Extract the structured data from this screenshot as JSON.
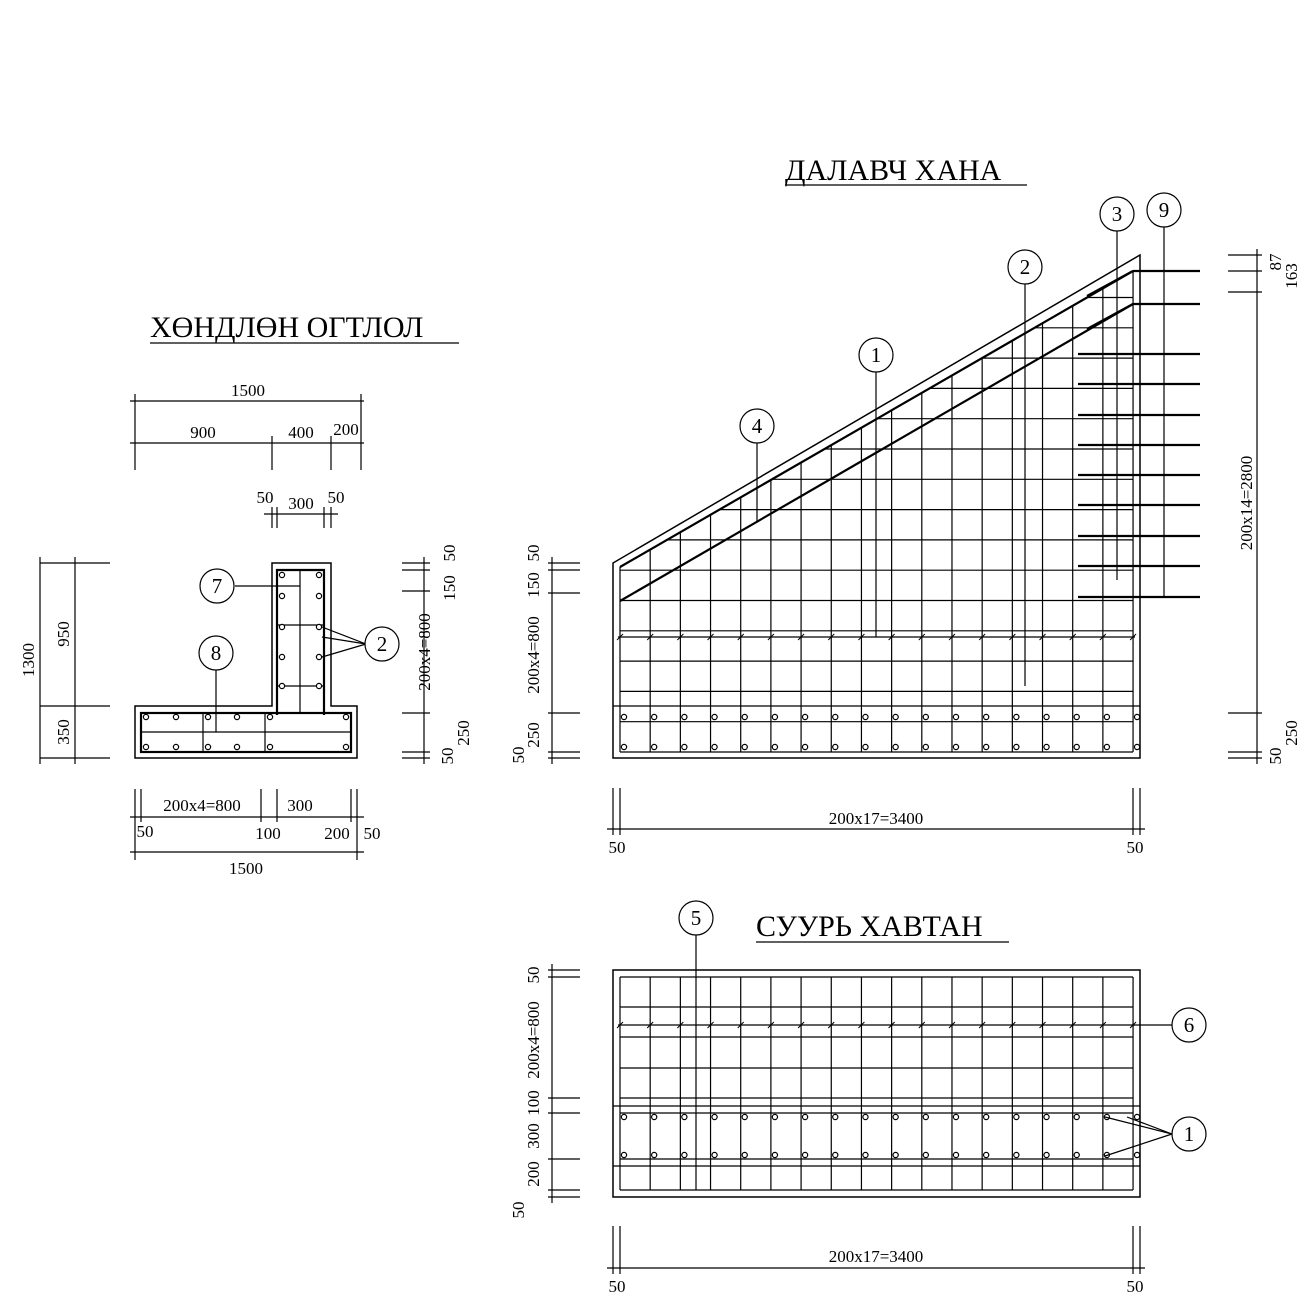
{
  "titles": {
    "section": "ХӨНДЛӨН ОГТЛОЛ",
    "wall": "ДАЛАВЧ ХАНА",
    "slab": "СУУРЬ ХАВТАН"
  },
  "section_dims": {
    "total_top": "1500",
    "d900": "900",
    "d400": "400",
    "d200_top": "200",
    "d50a": "50",
    "d300_top": "300",
    "d50b": "50",
    "h1300": "1300",
    "h950": "950",
    "h350": "350",
    "r50_top": "50",
    "r150": "150",
    "r800": "200x4=800",
    "r250": "250",
    "r50_bot": "50",
    "b800": "200x4=800",
    "b300": "300",
    "b50": "50",
    "b100": "100",
    "b200": "200",
    "b50r": "50",
    "b1500": "1500"
  },
  "wall_dims": {
    "l50_top": "50",
    "l150": "150",
    "l800": "200x4=800",
    "l250": "250",
    "l50_bot": "50",
    "r87": "87",
    "r163": "163",
    "r2800": "200x14=2800",
    "r250": "250",
    "r50": "50",
    "bottom": "200x17=3400",
    "b50l": "50",
    "b50r": "50"
  },
  "slab_dims": {
    "l50_top": "50",
    "l800": "200x4=800",
    "l100": "100",
    "l300": "300",
    "l200": "200",
    "l50_bot": "50",
    "bottom": "200x17=3400",
    "b50l": "50",
    "b50r": "50"
  },
  "bubbles": {
    "s7": "7",
    "s8": "8",
    "s2": "2",
    "w1": "1",
    "w2": "2",
    "w3": "3",
    "w4": "4",
    "w9": "9",
    "f5": "5",
    "f6": "6",
    "f1": "1"
  }
}
